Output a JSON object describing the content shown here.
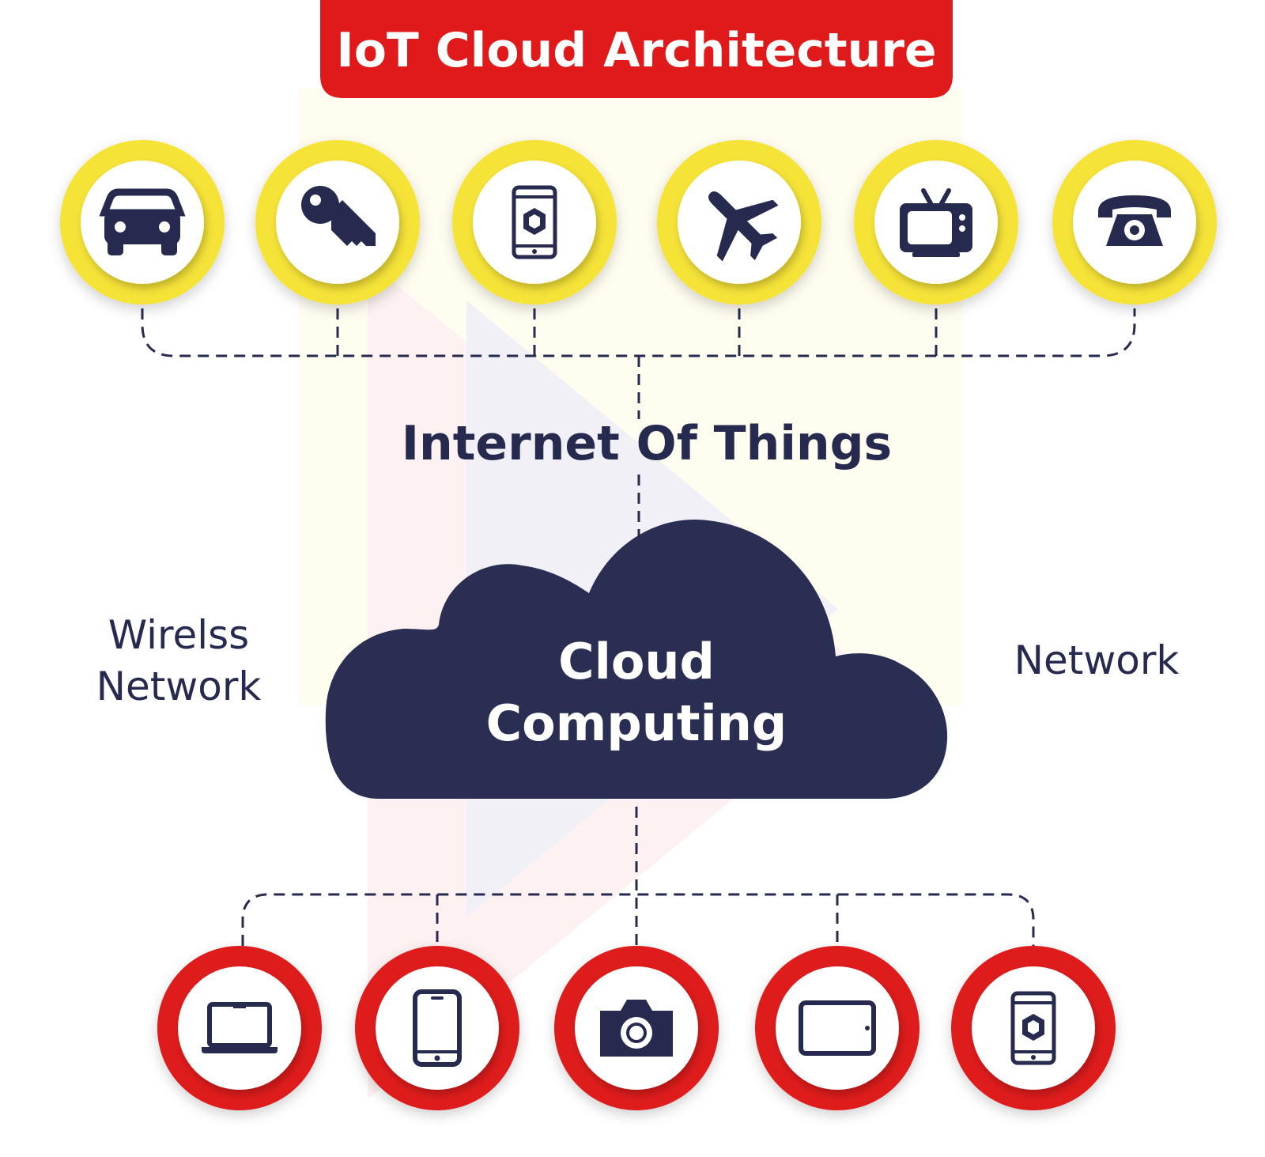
{
  "title": "IoT Cloud Architecture",
  "center_label": "Internet Of Things",
  "cloud": {
    "line1": "Cloud",
    "line2": "Computing"
  },
  "side_labels": {
    "left_line1": "Wirelss",
    "left_line2": "Network",
    "right": "Network"
  },
  "colors": {
    "title_bg": "#e01a1a",
    "navy": "#262a4f",
    "yellow_ring": "#f6e337",
    "red_ring": "#df1b1f",
    "dashed_line": "#262a4f",
    "white": "#ffffff"
  },
  "top_devices": [
    "car-icon",
    "key-icon",
    "smartphone-cube-icon",
    "airplane-icon",
    "tv-icon",
    "telephone-icon"
  ],
  "bottom_devices": [
    "laptop-icon",
    "smartphone-icon",
    "camera-icon",
    "tablet-icon",
    "smartphone-cube-icon"
  ]
}
